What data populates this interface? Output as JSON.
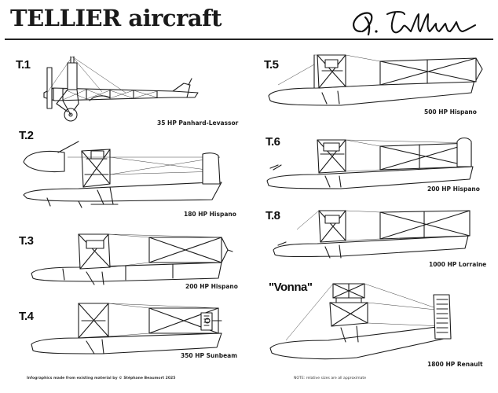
{
  "header": {
    "title": "TELLIER aircraft",
    "signature_text": "G. Tellier"
  },
  "aircraft": [
    {
      "id": "t1",
      "label": "T.1",
      "engine": "35 HP Panhard-Levassor"
    },
    {
      "id": "t2",
      "label": "T.2",
      "engine": "180 HP Hispano"
    },
    {
      "id": "t3",
      "label": "T.3",
      "engine": "200 HP Hispano"
    },
    {
      "id": "t4",
      "label": "T.4",
      "engine": "350 HP Sunbeam"
    },
    {
      "id": "t5",
      "label": "T.5",
      "engine": "500 HP Hispano"
    },
    {
      "id": "t6",
      "label": "T.6",
      "engine": "200 HP Hispano"
    },
    {
      "id": "t8",
      "label": "T.8",
      "engine": "1000 HP Lorraine"
    },
    {
      "id": "vonna",
      "label": "\"Vonna\"",
      "engine": "1800 HP Renault"
    }
  ],
  "footer": {
    "credit": "Infographics made from existing material by © Stéphane Beaumort 2025",
    "note": "NOTE: relative sizes are all approximate"
  },
  "colors": {
    "ink": "#1a1a1a",
    "background": "#ffffff",
    "rule": "#222222"
  }
}
